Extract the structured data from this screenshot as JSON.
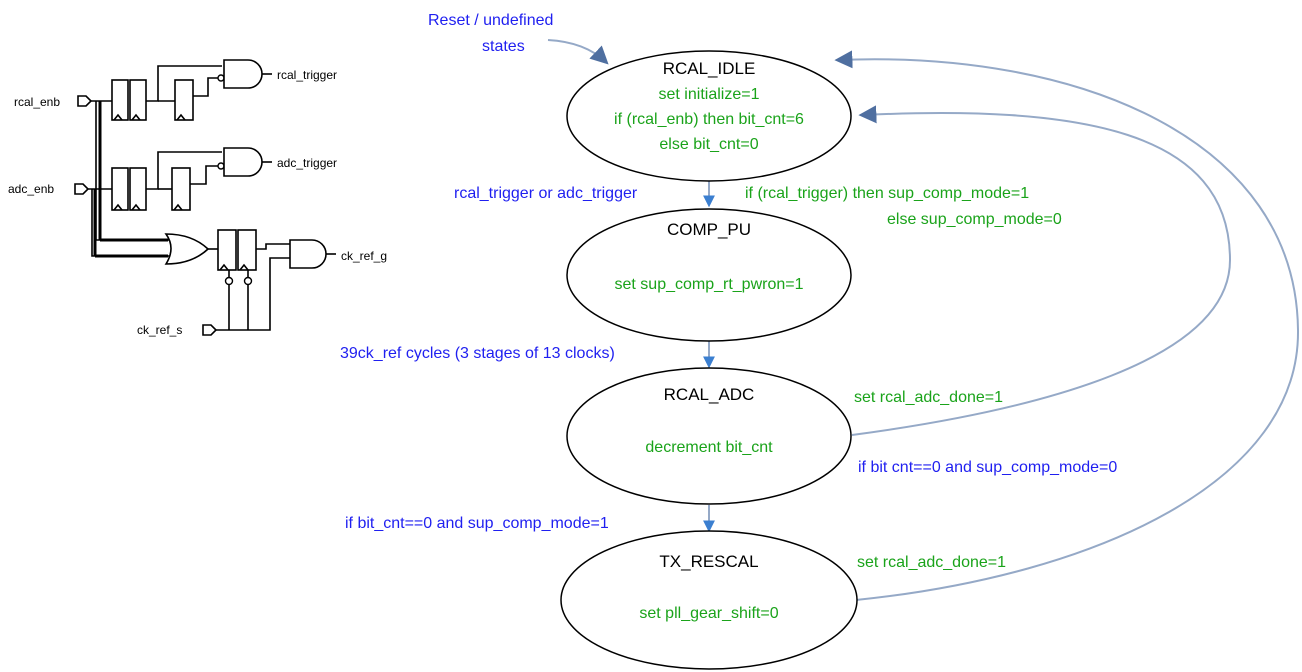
{
  "states": [
    {
      "id": "rcal_idle",
      "title": "RCAL_IDLE",
      "actions": [
        "set initialize=1",
        "if (rcal_enb) then bit_cnt=6",
        "else bit_cnt=0"
      ]
    },
    {
      "id": "comp_pu",
      "title": "COMP_PU",
      "actions": [
        "set sup_comp_rt_pwron=1"
      ]
    },
    {
      "id": "rcal_adc",
      "title": "RCAL_ADC",
      "actions": [
        "decrement bit_cnt"
      ]
    },
    {
      "id": "tx_rescal",
      "title": "TX_RESCAL",
      "actions": [
        "set pll_gear_shift=0"
      ]
    }
  ],
  "transitions": {
    "reset_line1": "Reset / undefined",
    "reset_line2": "states",
    "idle_to_comppu": "rcal_trigger or adc_trigger",
    "idle_to_comppu_action1": "if (rcal_trigger) then sup_comp_mode=1",
    "idle_to_comppu_action2": "else sup_comp_mode=0",
    "comppu_to_adc": "39ck_ref cycles (3 stages of 13 clocks)",
    "adc_to_idle_action": "set rcal_adc_done=1",
    "adc_to_idle_condition": "if bit cnt==0 and sup_comp_mode=0",
    "adc_to_rescal": "if bit_cnt==0 and sup_comp_mode=1",
    "rescal_to_idle_action": "set rcal_adc_done=1"
  },
  "circuit": {
    "inputs": {
      "rcal_enb": "rcal_enb",
      "adc_enb": "adc_enb",
      "ck_ref_s": "ck_ref_s"
    },
    "outputs": {
      "rcal_trigger": "rcal_trigger",
      "adc_trigger": "adc_trigger",
      "ck_ref_g": "ck_ref_g"
    }
  },
  "colors": {
    "state_text": "#000000",
    "action_green": "#1aa31a",
    "condition_blue": "#1f1ff0",
    "arc": "#95a9c7"
  }
}
